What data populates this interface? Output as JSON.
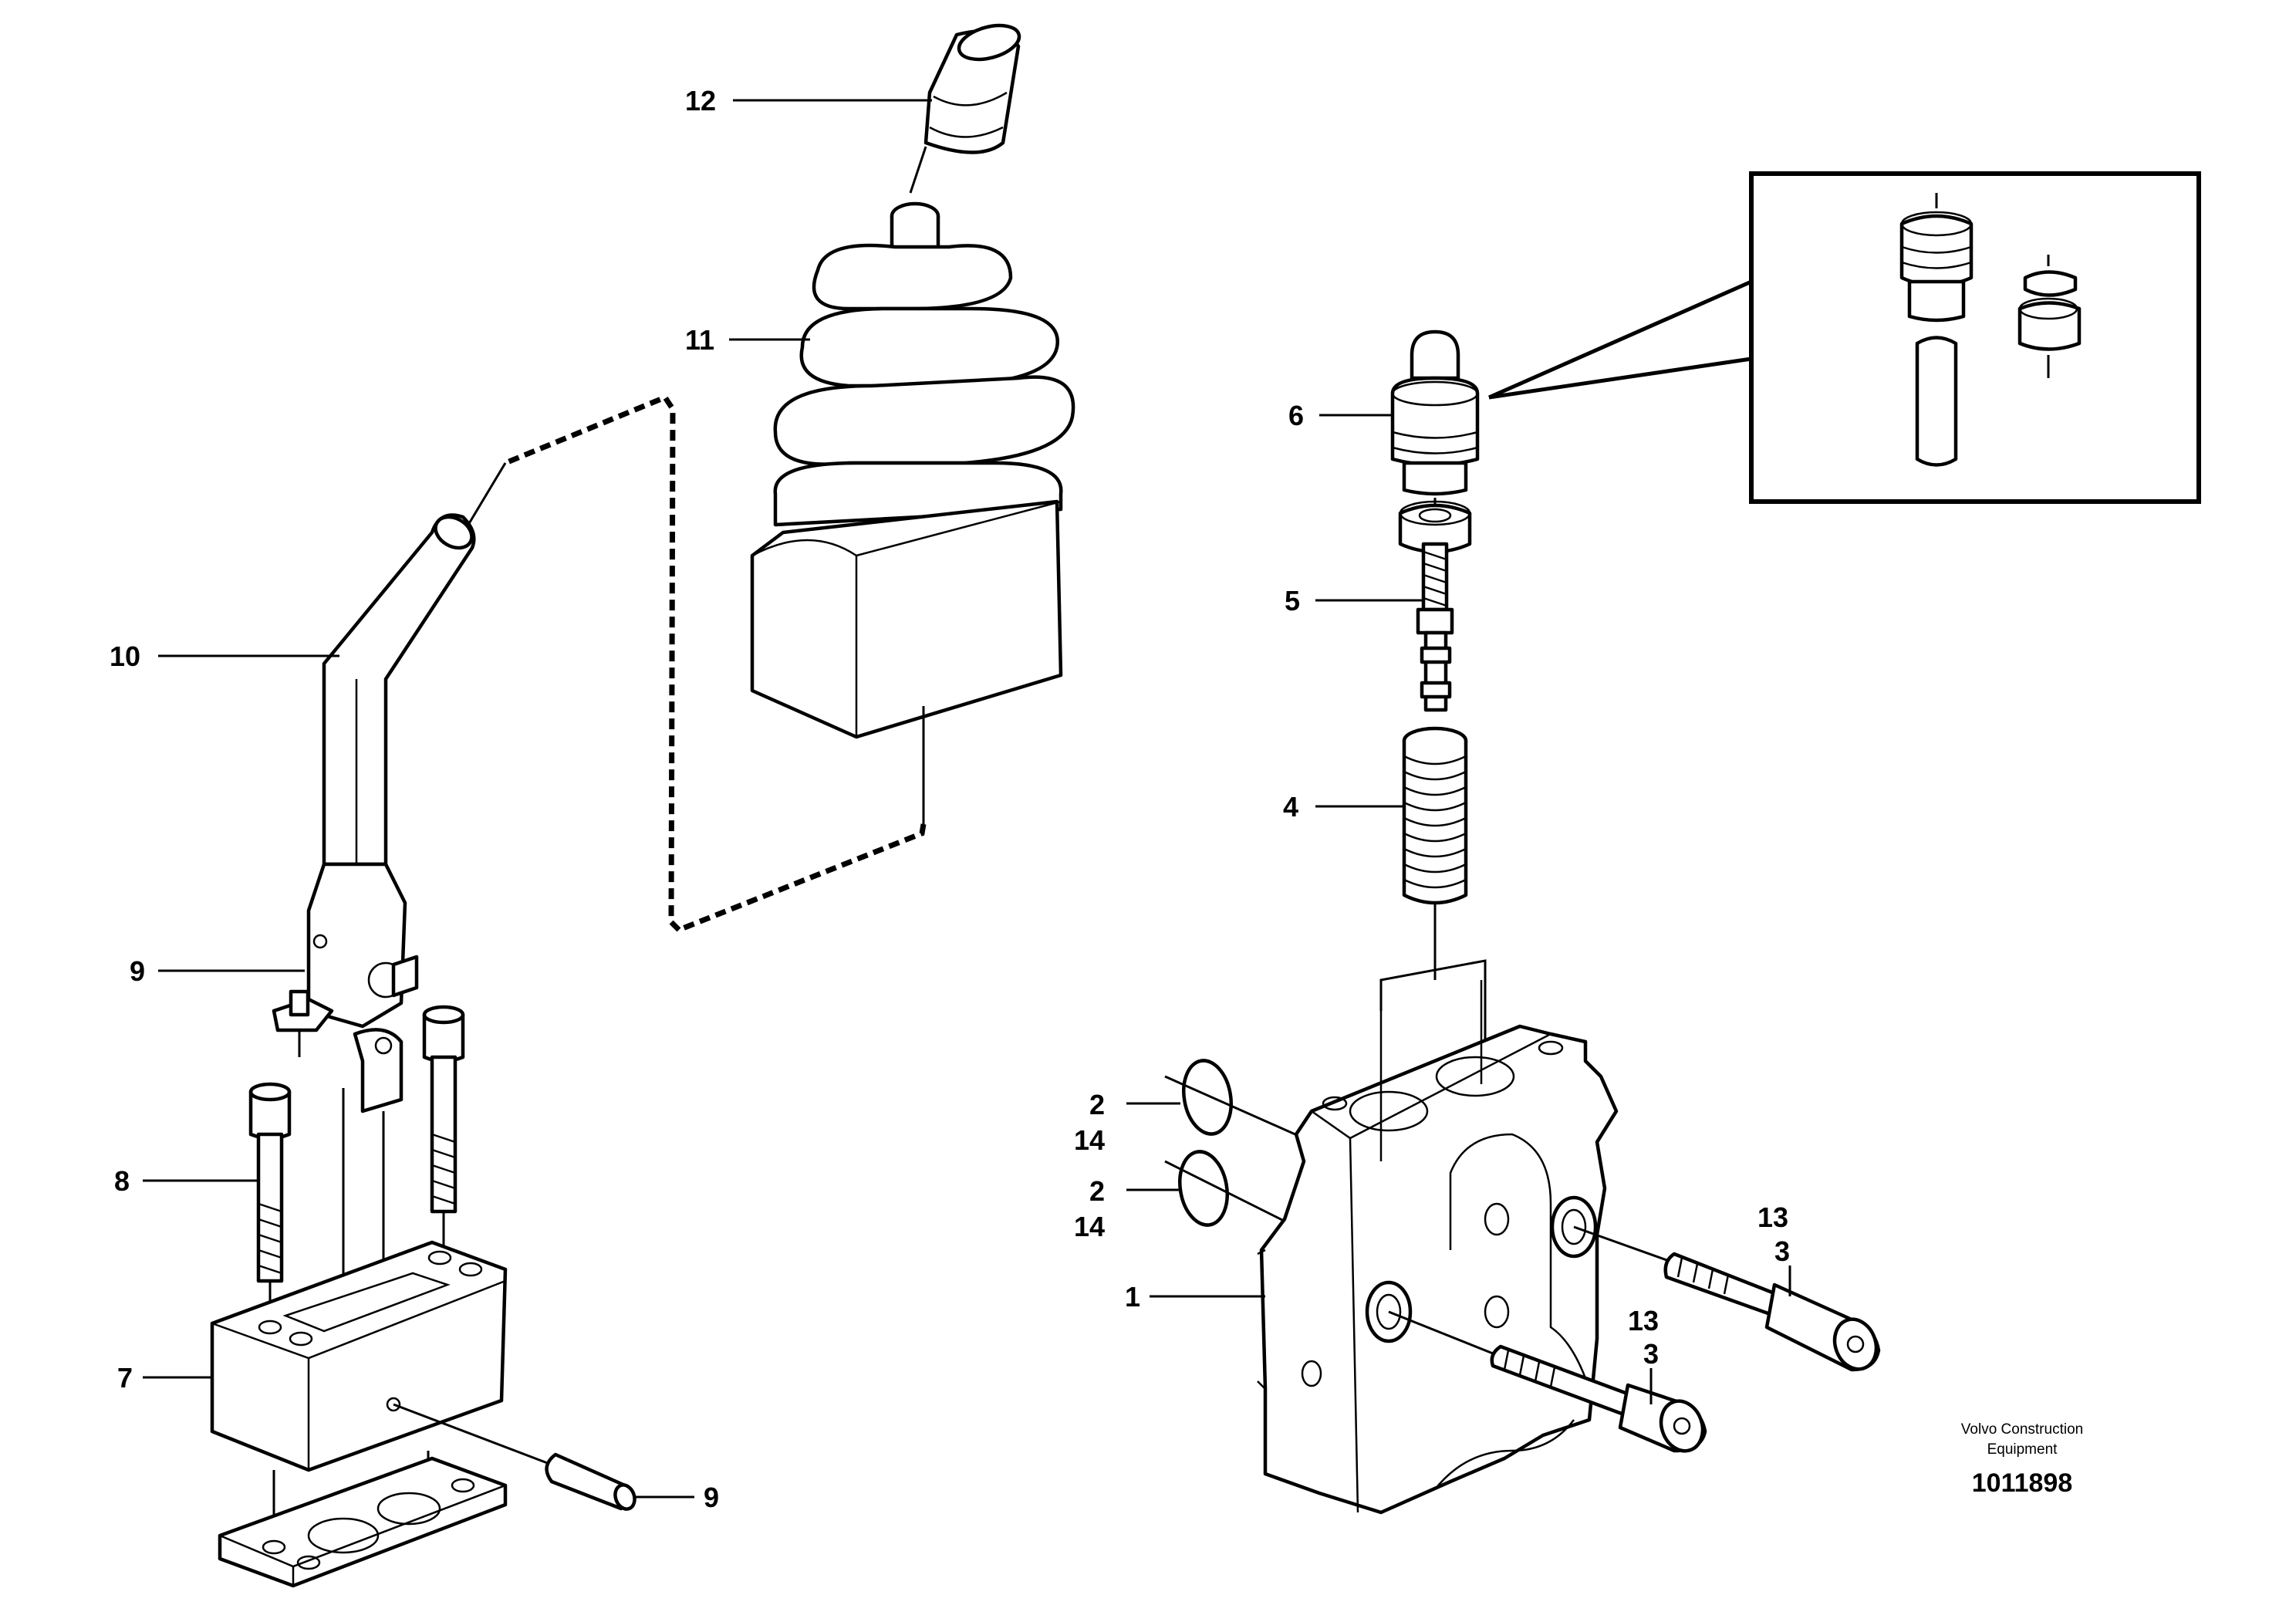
{
  "callouts": {
    "c12": "12",
    "c11": "11",
    "c10": "10",
    "c6": "6",
    "c5": "5",
    "c4": "4",
    "c9_top": "9",
    "c8": "8",
    "c7": "7",
    "c9_bottom": "9",
    "c2_a": "2",
    "c14_a": "14",
    "c2_b": "2",
    "c14_b": "14",
    "c1": "1",
    "c13_a": "13",
    "c3_a": "3",
    "c13_b": "13",
    "c3_b": "3"
  },
  "footer": {
    "brand_line1": "Volvo Construction",
    "brand_line2": "Equipment",
    "drawing_number": "1011898"
  }
}
